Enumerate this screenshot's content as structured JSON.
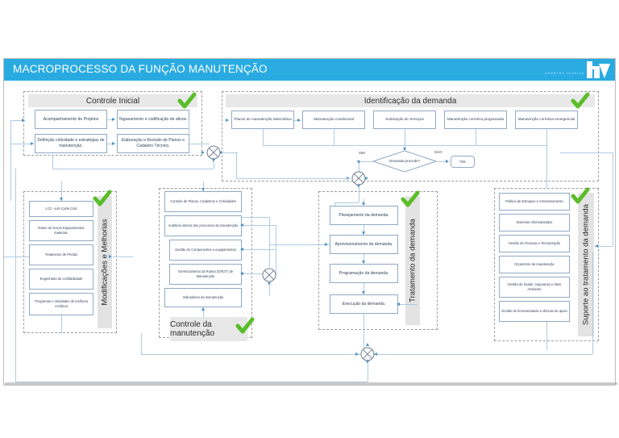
{
  "header": {
    "title": "MACROPROCESSO DA FUNÇÃO MANUTENÇÃO",
    "logo_text": "HERRERA TECNICA",
    "bar_color": "#29ABE2"
  },
  "groups": {
    "controle_inicial": {
      "label": "Controle Inicial",
      "nodes": [
        "Acompanhamento de Projetos",
        "Tagueamento e codificação de ativos.",
        "Definição criticidade e estratégias de manutenção.",
        "Elaboração e Revisão de Planos e Cadastro Técnico."
      ]
    },
    "identificacao_demanda": {
      "label": "Identificação da demanda",
      "nodes": [
        "Planos de manutenção sistemática",
        "Manutenção condicional",
        "Solicitação de Serviços",
        "Manutenção corretiva programada",
        "Manutenção corretiva emergencial"
      ],
      "decision": "Demanda procede?",
      "branch_yes": "SIM",
      "branch_no": "NÃO",
      "terminator": "FIM"
    },
    "modificacoes_melhorias": {
      "label": "Modificações e Melhorias",
      "nodes": [
        "LCC – Life Cycle Cost",
        "Testes de Novos Equipamentos, materiais.",
        "Tratamento de Perdas",
        "Engenharia de confiabilidade",
        "Programas e Atividades de melhoria contínua"
      ]
    },
    "controle_manutencao": {
      "label": "Controle da manutenção",
      "nodes": [
        "Controle de Planos, Cadastros e Criticidades",
        "Auditoria interna dos processos da manutenção",
        "Gestão de Componentes e equipamentos",
        "Gerenciamento da Rotina (GROT) de Manutenção",
        "Indicadores da manutenção"
      ]
    },
    "tratamento_demanda": {
      "label": "Tratamento da demanda",
      "nodes": [
        "Planejamento da demanda.",
        "Aprovisionamento da demanda.",
        "Programação da demanda.",
        "Execução da demanda."
      ]
    },
    "suporte_tratamento": {
      "label": "Suporte ao tratamento da demanda",
      "nodes": [
        "Política de Estoques e Armazenamento",
        "Sistemas Informatizados",
        "Gestão de Pessoas e Terceirização",
        "Orçamento da manutenção",
        "Gestão de Saúde, segurança e Meio Ambiente",
        "Gestão de ferramentarias e oficinas de apoio"
      ]
    }
  },
  "colors": {
    "accent": "#29ABE2",
    "check": "#5bbd2a",
    "node_border": "#8fa9c4",
    "band": "#e8e8e8",
    "connector": "#aecbe2"
  }
}
